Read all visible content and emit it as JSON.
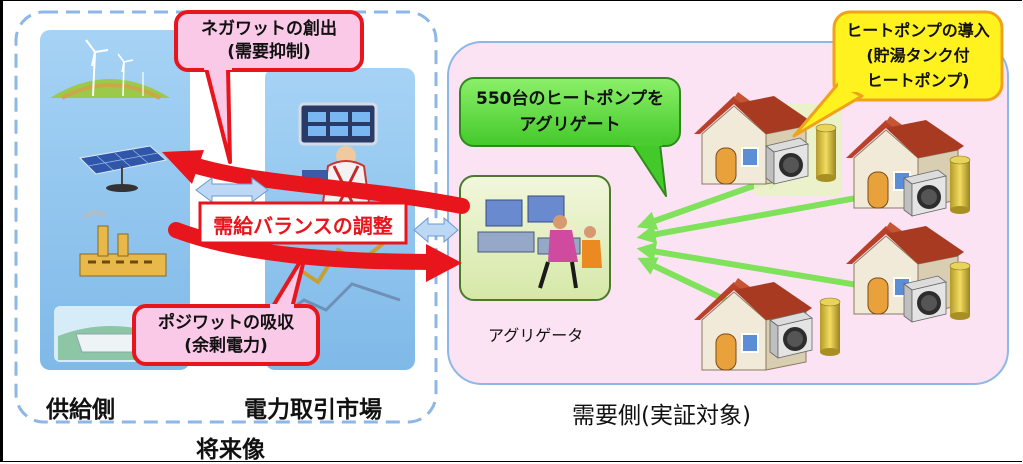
{
  "labels": {
    "supply_side": "供給側",
    "power_market": "電力取引市場",
    "future_vision": "将来像",
    "demand_side": "需要側(実証対象)",
    "aggregator": "アグリゲータ"
  },
  "callouts": {
    "negawatt_line1": "ネガワットの創出",
    "negawatt_line2": "(需要抑制)",
    "posiwatt_line1": "ポジワットの吸収",
    "posiwatt_line2": "(余剰電力)",
    "balance": "需給バランスの調整",
    "aggregate_line1": "550台のヒートポンプを",
    "aggregate_line2": "アグリゲート",
    "heatpump_line1": "ヒートポンプの導入",
    "heatpump_line2": "(貯湯タンク付",
    "heatpump_line3": "ヒートポンプ)"
  },
  "colors": {
    "supply_panel": "#8ec5ee",
    "demand_panel": "#fbe3f3",
    "red_arrow": "#e8161c",
    "pink_callout": "#f9c9e7",
    "green_callout": "#62d946",
    "yellow_callout": "#fff21f",
    "link_green": "#a8f08c"
  }
}
